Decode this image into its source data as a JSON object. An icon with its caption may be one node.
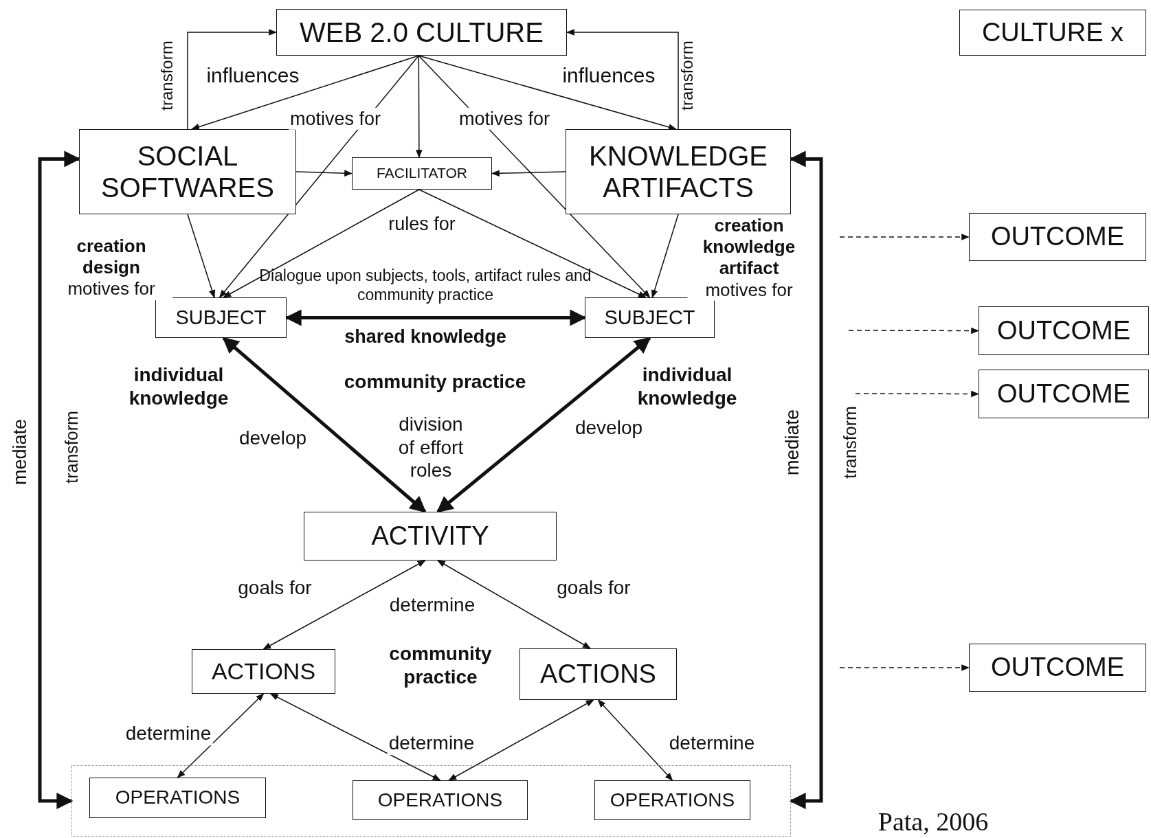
{
  "diagram": {
    "nodes": [
      {
        "text": [
          "WEB 2.0 CULTURE"
        ]
      },
      {
        "text": [
          "CULTURE x"
        ]
      },
      {
        "text": [
          "SOCIAL SOFTWARES"
        ]
      },
      {
        "text": [
          "FACILITATOR"
        ]
      },
      {
        "text": [
          "KNOWLEDGE ARTIFACTS"
        ]
      },
      {
        "text": [
          "SUBJECT"
        ]
      },
      {
        "text": [
          "SUBJECT"
        ]
      },
      {
        "text": [
          "ACTIVITY"
        ]
      },
      {
        "text": [
          "ACTIONS"
        ]
      },
      {
        "text": [
          "ACTIONS"
        ]
      },
      {
        "text": [],
        "shape": "box"
      },
      {
        "text": [
          "OPERATIONS"
        ],
        "in": 10
      },
      {
        "text": [
          "OPERATIONS"
        ],
        "in": 10
      },
      {
        "text": [
          "OPERATIONS"
        ],
        "in": 10
      },
      {
        "text": [
          "OUTCOME"
        ]
      },
      {
        "text": [
          "OUTCOME"
        ]
      },
      {
        "text": [
          "OUTCOME"
        ]
      },
      {
        "text": [
          "OUTCOME"
        ]
      }
    ],
    "edges": [
      {
        "from": 2,
        "to": 0,
        "arrow": "to",
        "label": "transform"
      },
      {
        "from": 4,
        "to": 0,
        "arrow": "to",
        "label": "transform"
      },
      {
        "from": 0,
        "to": 2,
        "arrow": "to",
        "label": "influences"
      },
      {
        "from": 0,
        "to": 4,
        "arrow": "to",
        "label": "influences"
      },
      {
        "from": 0,
        "to": 5,
        "arrow": "to",
        "label": "motives for"
      },
      {
        "from": 0,
        "to": 3,
        "arrow": "to"
      },
      {
        "from": 0,
        "to": 6,
        "arrow": "to",
        "label": "motives for"
      },
      {
        "from": 2,
        "to": 3,
        "arrow": "to"
      },
      {
        "from": 4,
        "to": 3,
        "arrow": "to"
      },
      {
        "from": 3,
        "to": 5,
        "arrow": "to",
        "label": "rules for"
      },
      {
        "from": 3,
        "to": 6,
        "arrow": "to"
      },
      {
        "from": 2,
        "to": 5,
        "arrow": "to",
        "label": "**creation design** motives for"
      },
      {
        "from": 4,
        "to": 6,
        "arrow": "to",
        "label": "**creation knowledge artifact** motives for"
      },
      {
        "from": 5,
        "to": 6,
        "arrow": "both",
        "style": "thick",
        "label": "shared knowledge"
      },
      {
        "from": 5,
        "to": 7,
        "arrow": "both",
        "style": "thick",
        "label": "develop"
      },
      {
        "from": 6,
        "to": 7,
        "arrow": "both",
        "style": "thick",
        "label": "develop"
      },
      {
        "from": 8,
        "to": 7,
        "arrow": "both",
        "label": "goals for"
      },
      {
        "from": 9,
        "to": 7,
        "arrow": "both",
        "label": "goals for"
      },
      {
        "from": 8,
        "to": 11,
        "arrow": "both",
        "label": "determine"
      },
      {
        "from": 8,
        "to": 12,
        "arrow": "both",
        "label": "determine"
      },
      {
        "from": 9,
        "to": 12,
        "arrow": "both"
      },
      {
        "from": 9,
        "to": 13,
        "arrow": "both",
        "label": "determine"
      },
      {
        "from": 2,
        "to": 10,
        "arrow": "both",
        "style": "thick",
        "label": "mediate"
      },
      {
        "from": 4,
        "to": 10,
        "arrow": "both",
        "style": "thick",
        "label": "mediate"
      },
      {
        "from": null,
        "to": 14,
        "arrow": "to",
        "style": "dashed"
      },
      {
        "from": null,
        "to": 15,
        "arrow": "to",
        "style": "dashed"
      },
      {
        "from": null,
        "to": 16,
        "arrow": "to",
        "style": "dashed"
      },
      {
        "from": null,
        "to": 17,
        "arrow": "to",
        "style": "dashed"
      }
    ],
    "labels": [
      "Dialogue upon subjects, tools, artifact rules and community practice",
      "individual knowledge",
      "community practice",
      "individual knowledge",
      "transform",
      "division of effort roles",
      "transform",
      "determine",
      "community practice",
      "Pata, 2006"
    ]
  }
}
